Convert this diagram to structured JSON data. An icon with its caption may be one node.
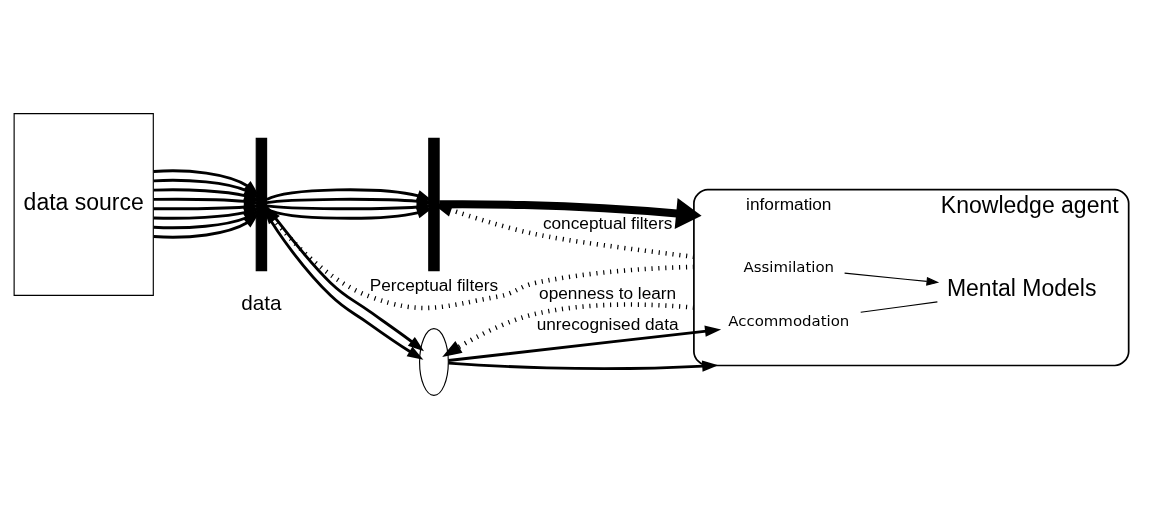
{
  "diagram": {
    "nodes": [
      {
        "text": [
          "data source"
        ]
      },
      {
        "text": [],
        "shape": "bar"
      },
      {
        "text": [],
        "shape": "bar"
      },
      {
        "text": [],
        "shape": "ellipse"
      },
      {
        "text": [
          "Knowledge agent"
        ]
      },
      {
        "text": [
          "Assimilation"
        ],
        "in": 4
      },
      {
        "text": [
          "Mental Models"
        ],
        "in": 4
      },
      {
        "text": [
          "Accommodation"
        ],
        "in": 4
      }
    ],
    "edges": [
      {
        "from": 0,
        "to": 1,
        "arrow": "to"
      },
      {
        "from": 0,
        "to": 1,
        "arrow": "to"
      },
      {
        "from": 0,
        "to": 1,
        "arrow": "to"
      },
      {
        "from": 0,
        "to": 1,
        "arrow": "to"
      },
      {
        "from": 0,
        "to": 1,
        "arrow": "to"
      },
      {
        "from": 0,
        "to": 1,
        "arrow": "to"
      },
      {
        "from": 0,
        "to": 1,
        "arrow": "to"
      },
      {
        "from": 0,
        "to": 1,
        "arrow": "to"
      },
      {
        "from": 1,
        "to": 2,
        "arrow": "to"
      },
      {
        "from": 1,
        "to": 2,
        "arrow": "to"
      },
      {
        "from": 1,
        "to": 2,
        "arrow": "to"
      },
      {
        "from": 1,
        "to": 2,
        "arrow": "to"
      },
      {
        "from": 1,
        "to": 3,
        "arrow": "to"
      },
      {
        "from": 1,
        "to": 3,
        "arrow": "to"
      },
      {
        "from": 2,
        "to": 4,
        "arrow": "to",
        "label": "information",
        "style": "thick"
      },
      {
        "from": 3,
        "to": 4,
        "arrow": "to"
      },
      {
        "from": 3,
        "to": 7,
        "arrow": "to",
        "label": "unrecognised data"
      },
      {
        "from": 5,
        "to": 6,
        "arrow": "to"
      },
      {
        "from": 7,
        "to": 6,
        "arrow": "none"
      },
      {
        "from": 4,
        "to": 1,
        "arrow": "to",
        "label": "Perceptual filters",
        "style": "dashed"
      },
      {
        "from": 4,
        "to": 2,
        "arrow": "to",
        "label": "conceptual filters",
        "style": "dashed"
      },
      {
        "from": 4,
        "to": 3,
        "arrow": "to",
        "label": "openness to learn",
        "style": "dashed"
      }
    ],
    "labels": [
      "data"
    ]
  }
}
